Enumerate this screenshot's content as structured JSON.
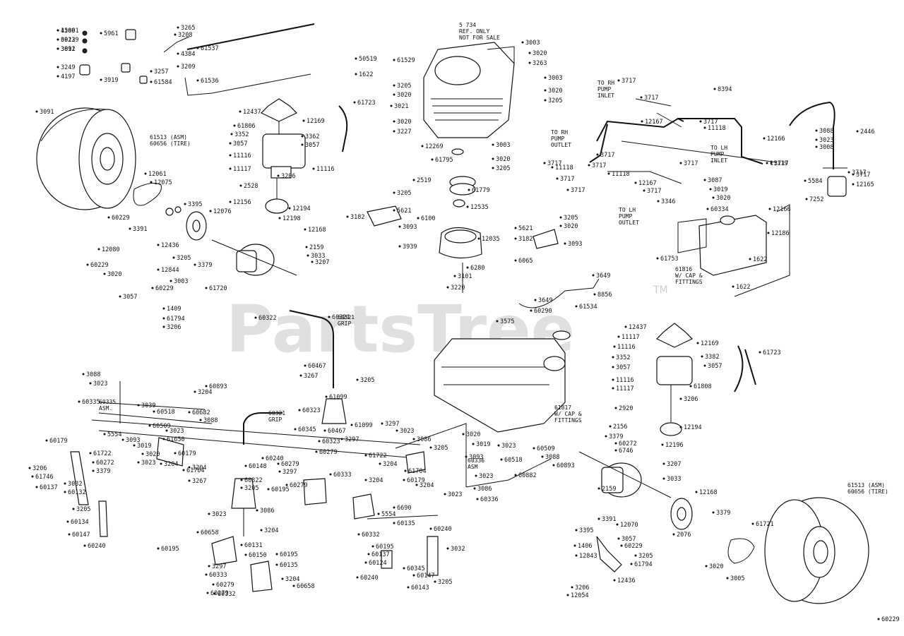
{
  "watermark": {
    "text": "PartsTree",
    "trademark": "TM"
  },
  "notes": {
    "engine_ref": [
      "5 734",
      "REF. ONLY",
      "NOT FOR SALE"
    ],
    "to_rh_pump_inlet": [
      "TO RH",
      "PUMP",
      "INLET"
    ],
    "to_rh_pump_outlet": [
      "TO RH",
      "PUMP",
      "OUTLET"
    ],
    "to_lh_pump_inlet": [
      "TO LH",
      "PUMP",
      "INLET"
    ],
    "to_lh_pump_outlet": [
      "TO LH",
      "PUMP",
      "OUTLET"
    ],
    "tank_fittings": [
      "61816",
      "W/ CAP &",
      "FITTINGS"
    ],
    "fuel_tank": [
      "61817",
      "W/ CAP &",
      "FITTINGS"
    ],
    "tire_left": [
      "61513 (ASM)",
      "60656 (TIRE)"
    ],
    "tire_right": [
      "61513 (ASM)",
      "60656 (TIRE)"
    ],
    "grip_top": [
      "60321",
      "GRIP"
    ],
    "grip_left": [
      "60321",
      "GRIP"
    ],
    "asm_left": [
      "60335",
      "ASM."
    ],
    "asm_right": [
      "60336",
      "ASM"
    ]
  },
  "labels": [
    "4589",
    "3913",
    "3812",
    "3249",
    "4197",
    "5961",
    "3919",
    "3265",
    "3208",
    "61537",
    "4384",
    "3257",
    "3209",
    "61584",
    "61536",
    "3091",
    "12437",
    "12169",
    "61723",
    "61806",
    "3352",
    "3057",
    "3362",
    "3057",
    "11116",
    "11117",
    "11116",
    "3206",
    "2528",
    "12156",
    "12194",
    "12198",
    "12061",
    "12075",
    "3395",
    "60229",
    "3391",
    "12076",
    "12168",
    "2159",
    "3033",
    "3207",
    "3379",
    "12080",
    "12436",
    "3205",
    "60229",
    "3020",
    "12844",
    "3003",
    "61720",
    "3057",
    "60229",
    "1409",
    "61794",
    "3206",
    "60322",
    "50519",
    "1622",
    "61529",
    "3205",
    "3020",
    "3021",
    "3020",
    "3227",
    "12269",
    "61795",
    "2519",
    "61779",
    "3003",
    "3020",
    "3205",
    "3003",
    "3020",
    "3263",
    "3003",
    "3020",
    "3205",
    "3205",
    "5621",
    "3182",
    "3093",
    "3939",
    "6100",
    "12535",
    "12035",
    "6280",
    "3101",
    "3220",
    "5621",
    "3182",
    "3205",
    "3020",
    "3093",
    "6065",
    "3717",
    "11118",
    "8394",
    "3717",
    "3717",
    "12167",
    "3717",
    "11118",
    "3717",
    "3717",
    "3717",
    "3717",
    "11118",
    "12167",
    "3717",
    "3717",
    "11119",
    "3717",
    "12166",
    "3717",
    "3088",
    "3023",
    "3008",
    "2446",
    "3717",
    "12165",
    "5584",
    "7252",
    "3087",
    "3019",
    "3020",
    "3346",
    "60334",
    "12186",
    "1622",
    "61753",
    "1622",
    "12166",
    "3649",
    "8856",
    "3649",
    "60290",
    "3575",
    "61534",
    "60321",
    "60467",
    "3267",
    "3205",
    "61099",
    "60323",
    "12437",
    "11117",
    "11116",
    "12169",
    "3352",
    "3057",
    "3382",
    "3057",
    "61723",
    "11116",
    "11117",
    "61808",
    "2920",
    "3206",
    "2156",
    "12194",
    "12196",
    "3088",
    "3023",
    "60335",
    "3039",
    "60518",
    "60509",
    "60682",
    "3204",
    "60893",
    "3088",
    "3023",
    "61650",
    "5554",
    "3093",
    "3019",
    "3020",
    "3023",
    "60179",
    "3204",
    "61704",
    "3204",
    "3267",
    "60179",
    "61722",
    "3206",
    "60272",
    "61746",
    "3379",
    "60137",
    "3032",
    "60132",
    "3205",
    "60134",
    "60147",
    "60240",
    "60345",
    "60240",
    "60148",
    "60322",
    "3205",
    "60467",
    "61099",
    "60323",
    "3297",
    "60279",
    "60333",
    "60279",
    "3297",
    "60279",
    "60195",
    "3086",
    "3023",
    "60658",
    "3204",
    "60131",
    "60150",
    "60195",
    "3297",
    "60333",
    "60279",
    "60195",
    "60332",
    "60135",
    "60279",
    "3204",
    "60658",
    "3297",
    "3023",
    "3086",
    "3205",
    "61722",
    "3204",
    "61704",
    "60179",
    "3204",
    "3020",
    "3019",
    "3093",
    "3023",
    "3086",
    "60336",
    "3023",
    "60509",
    "60518",
    "3088",
    "60893",
    "60882",
    "3023",
    "3204",
    "6690",
    "5554",
    "60135",
    "60332",
    "60195",
    "60137",
    "60124",
    "60240",
    "60345",
    "60147",
    "60143",
    "3205",
    "3032",
    "60240",
    "3379",
    "60272",
    "6746",
    "3207",
    "3033",
    "2159",
    "12168",
    "3379",
    "61721",
    "2076",
    "3391",
    "12070",
    "3395",
    "3057",
    "60229",
    "1406",
    "3205",
    "12843",
    "61794",
    "12436",
    "3206",
    "12054",
    "3005",
    "3020",
    "60229",
    "12061",
    "60229",
    "3091"
  ]
}
